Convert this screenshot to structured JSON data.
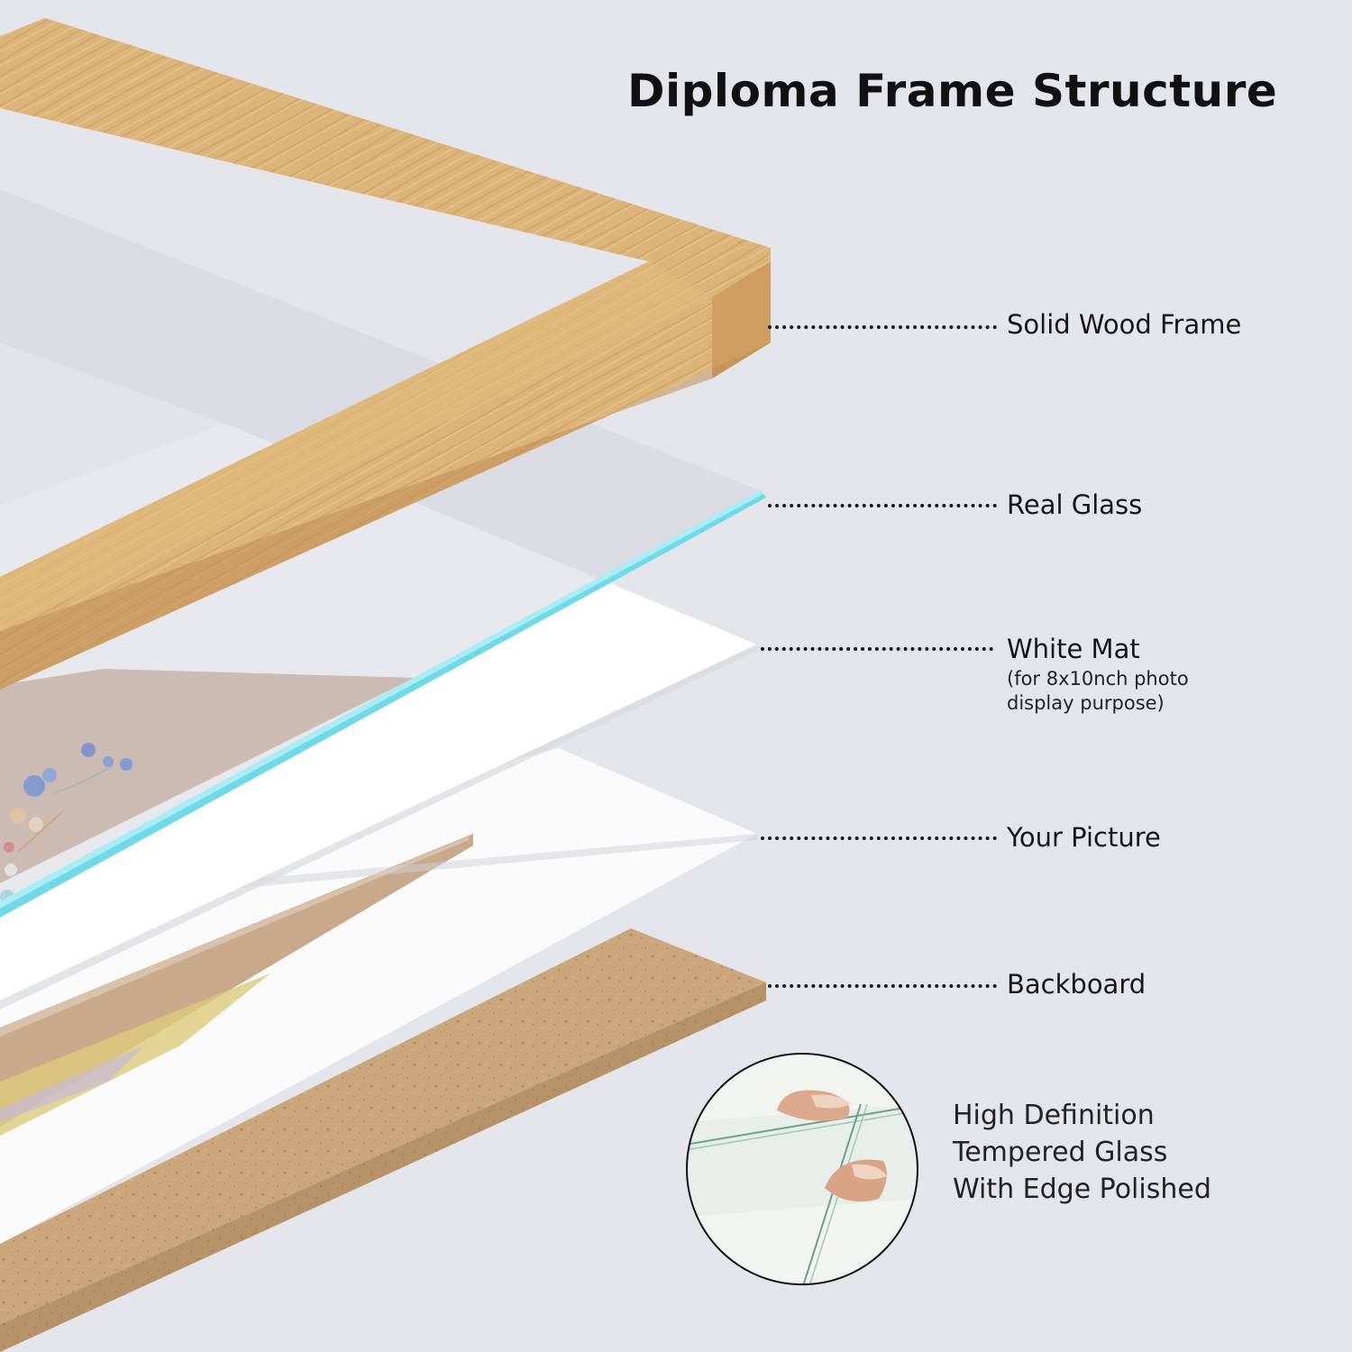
{
  "title": "Diploma Frame Structure",
  "layers": [
    {
      "label": "Solid Wood Frame"
    },
    {
      "label": "Real Glass"
    },
    {
      "label": "White Mat",
      "note_lines": [
        "(for 8x10nch photo",
        "display purpose)"
      ]
    },
    {
      "label": "Your Picture"
    },
    {
      "label": "Backboard"
    }
  ],
  "glass_feature": {
    "lines": [
      "High Definition",
      "Tempered Glass",
      "With Edge Polished"
    ]
  },
  "colors": {
    "background": "#e4e5ea",
    "wood": "#dcb47a",
    "glass_edge": "#6fd9e8",
    "mat": "#ffffff",
    "backboard": "#c9a57b",
    "picture": "#c9a88c"
  }
}
